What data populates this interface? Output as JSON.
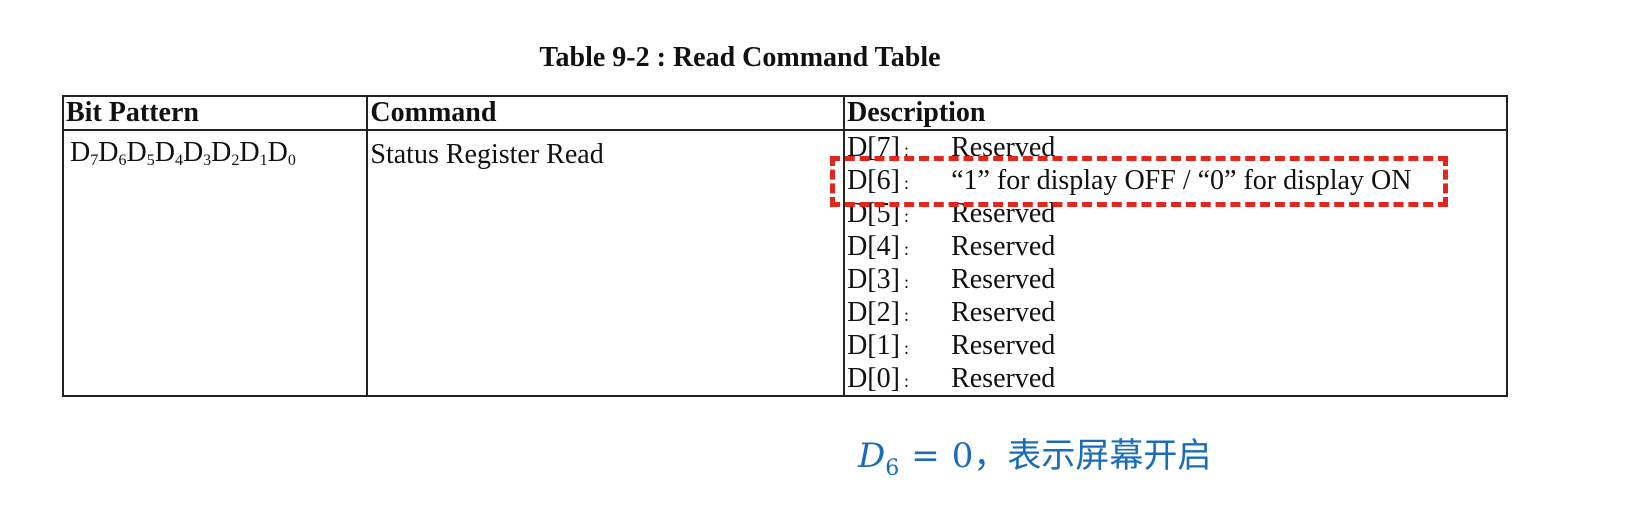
{
  "caption": "Table 9-2 : Read Command Table",
  "table": {
    "headers": [
      "Bit Pattern",
      "Command",
      "Description"
    ],
    "bit_pattern": {
      "letters": [
        "D",
        "D",
        "D",
        "D",
        "D",
        "D",
        "D",
        "D"
      ],
      "subscripts": [
        "7",
        "6",
        "5",
        "4",
        "3",
        "2",
        "1",
        "0"
      ]
    },
    "command": "Status Register Read",
    "descriptions": [
      {
        "bit": "D[7]",
        "colon": ":",
        "text": "Reserved"
      },
      {
        "bit": "D[6]",
        "colon": ":",
        "text": "“1” for display OFF / “0” for display ON"
      },
      {
        "bit": "D[5]",
        "colon": ":",
        "text": "Reserved"
      },
      {
        "bit": "D[4]",
        "colon": ":",
        "text": "Reserved"
      },
      {
        "bit": "D[3]",
        "colon": ":",
        "text": "Reserved"
      },
      {
        "bit": "D[2]",
        "colon": ":",
        "text": "Reserved"
      },
      {
        "bit": "D[1]",
        "colon": ":",
        "text": "Reserved"
      },
      {
        "bit": "D[0]",
        "colon": ":",
        "text": "Reserved"
      }
    ]
  },
  "highlight_color": "#e1261c",
  "note": {
    "variable": "D",
    "subscript": "6",
    "equals": "=",
    "value": "0",
    "text": "，表示屏幕开启",
    "color": "#1a6cb8"
  }
}
